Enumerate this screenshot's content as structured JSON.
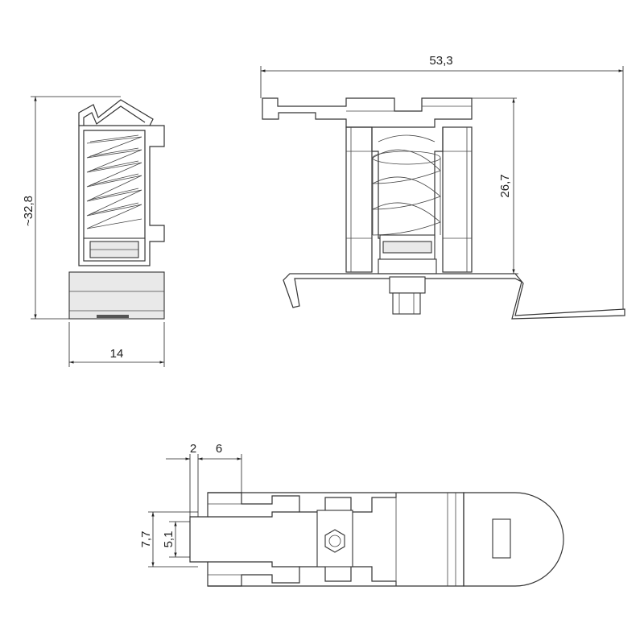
{
  "dimensions": {
    "side_height": "~32,8",
    "side_width": "14",
    "front_width": "53,3",
    "front_height": "26,7",
    "top_offset_a": "2",
    "top_offset_b": "6",
    "top_height_outer": "7,7",
    "top_height_inner": "5,1"
  }
}
